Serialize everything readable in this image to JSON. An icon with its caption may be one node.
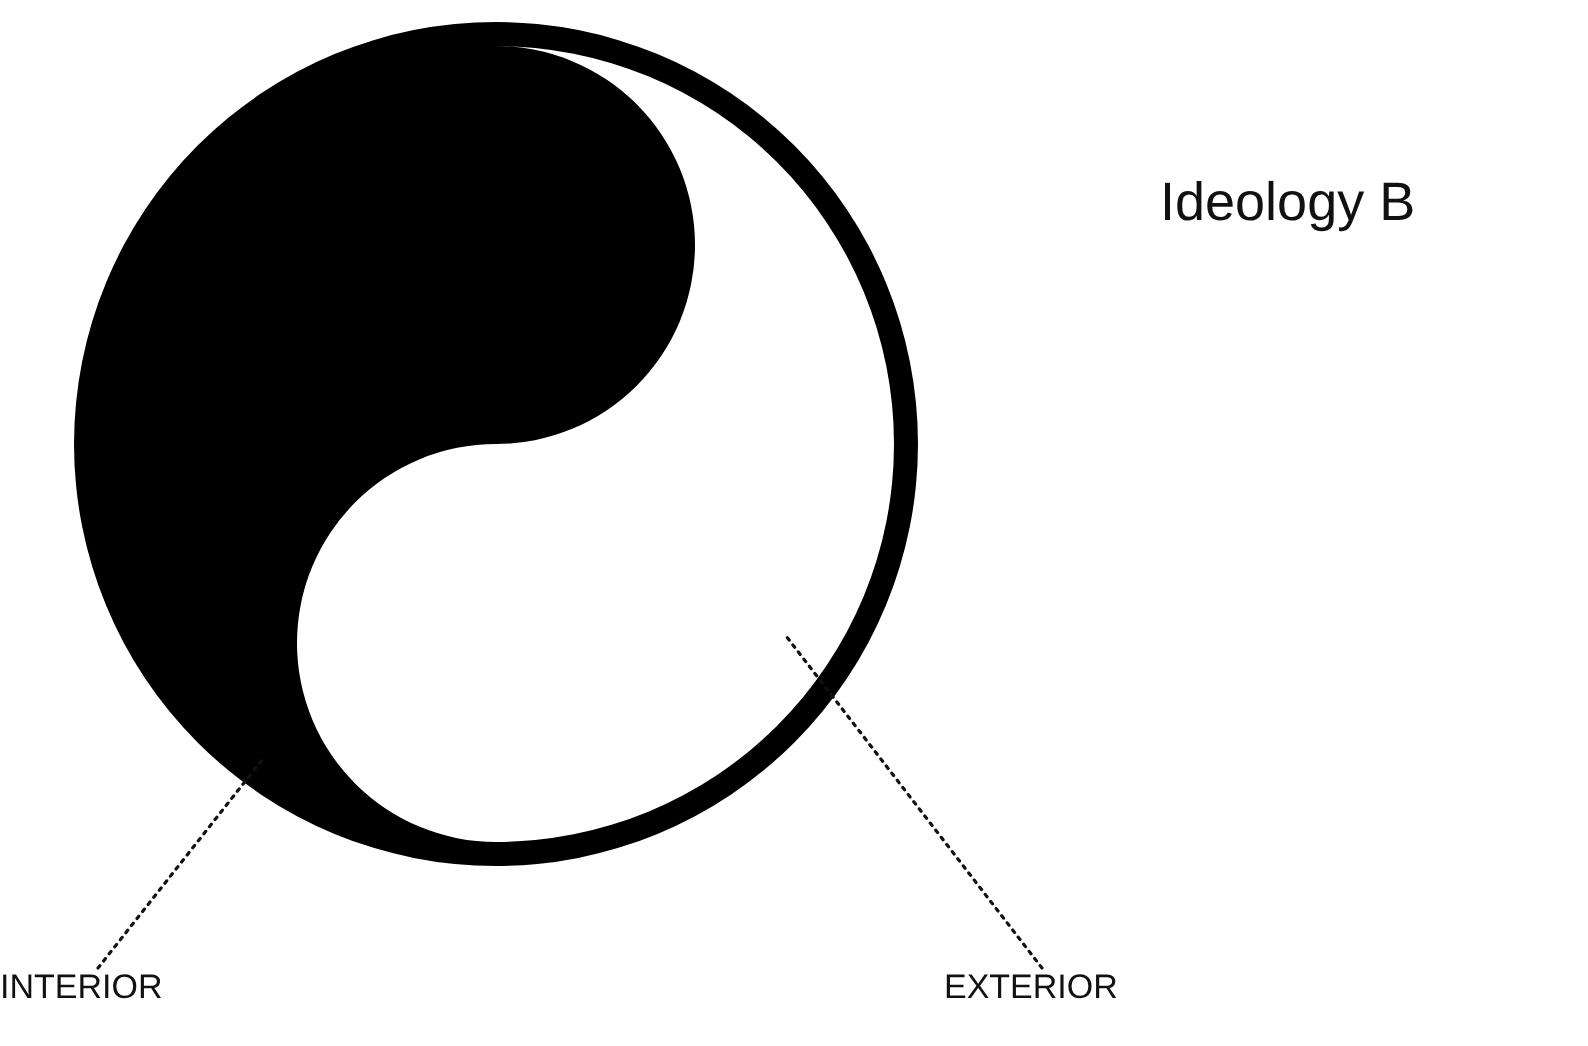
{
  "diagram": {
    "nodes": [
      {
        "text": [
          "INTERIOR"
        ]
      },
      {
        "text": [
          "EXTERIOR"
        ]
      },
      {
        "text": [],
        "shape": "picture"
      },
      {
        "text": [],
        "shape": "picture",
        "in": 2
      }
    ],
    "edges": [
      {
        "from": 0,
        "to": 2,
        "arrow": "none"
      },
      {
        "from": 1,
        "to": 3,
        "arrow": "none"
      }
    ],
    "labels": [
      "Ideology B"
    ]
  }
}
